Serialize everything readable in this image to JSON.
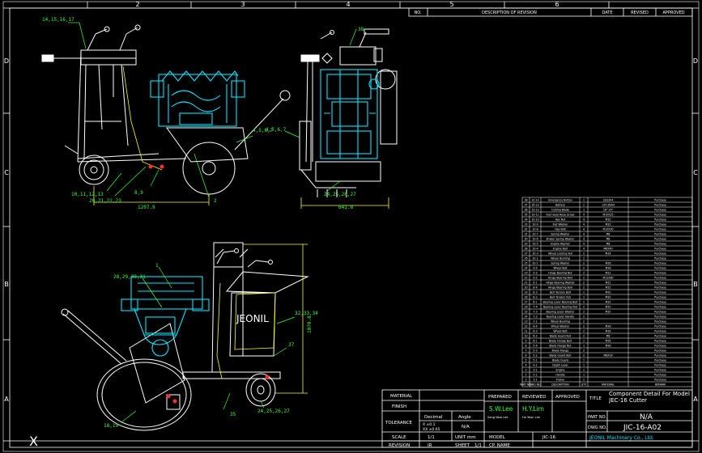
{
  "frame": {
    "top_zone_numbers": [
      "2",
      "3",
      "4",
      "5",
      "6"
    ],
    "left_zone_letters": [
      "D",
      "C",
      "B",
      "A"
    ],
    "right_zone_letters": [
      "D",
      "C",
      "B",
      "A"
    ]
  },
  "revision_block": {
    "headers": [
      "NO.",
      "DESCRIPTION OF REVISION",
      "DATE",
      "REVISED",
      "APPROVED"
    ]
  },
  "callouts": {
    "side_top": "14,15,16,17",
    "side_rod": "4,5,6,7",
    "side_wheel": "10,11,12,13",
    "side_mid": "20,21,22,23",
    "side_8_9": "8,9",
    "side_dim": "1207.9",
    "side_2": "2",
    "rear_38": "38",
    "rear_rod": "4,5,6,7",
    "rear_bottom": "24,25,26,27",
    "rear_dim": "641.8",
    "iso_top": "28,29,30,31",
    "iso_1": "1",
    "iso_right": "32,33,34",
    "iso_37": "37",
    "iso_dim": "1070.8",
    "iso_18_19": "18,19",
    "iso_35": "35",
    "iso_24": "24,25,26,27",
    "iso_badge": "JEONIL"
  },
  "parts_list": {
    "rows": [
      [
        "38",
        "10-14",
        "Emergency Button",
        "1",
        "SUS304",
        "Purchase"
      ],
      [
        "37",
        "10-13",
        "Battery",
        "1",
        "12V-28AH",
        "Purchase"
      ],
      [
        "36",
        "10-12",
        "Cutting Blade",
        "1",
        "16\"-20\"",
        "Purchase"
      ],
      [
        "35",
        "10-11",
        "Flat Head Hexa Screw",
        "4",
        "M10X25",
        "Purchase"
      ],
      [
        "34",
        "10-10",
        "Hex Nut",
        "4",
        "M10",
        "Purchase"
      ],
      [
        "33",
        "10-9",
        "Flat Washer",
        "4",
        "M10",
        "Purchase"
      ],
      [
        "32",
        "10-8",
        "Hex Bolt",
        "4",
        "M10X30",
        "Purchase"
      ],
      [
        "31",
        "10-7",
        "Spring Washer",
        "4",
        "M8",
        "Purchase"
      ],
      [
        "30",
        "10-6",
        "Shaker Spring Washer",
        "4",
        "M8",
        "Purchase"
      ],
      [
        "29",
        "10-5",
        "Engine Washer",
        "4",
        "M8",
        "Purchase"
      ],
      [
        "28",
        "10-4",
        "Engine Bolt",
        "4",
        "M8X40",
        "Purchase"
      ],
      [
        "27",
        "10-3",
        "Wheel Locking Nut",
        "2",
        "M16",
        "Purchase"
      ],
      [
        "26",
        "10-2",
        "Wheel Bushing",
        "2",
        "",
        "Purchase"
      ],
      [
        "25",
        "10-1",
        "Spring Washer",
        "2",
        "M16",
        "Purchase"
      ],
      [
        "24",
        "9-4",
        "Wheel Bolt",
        "2",
        "M16",
        "Purchase"
      ],
      [
        "23",
        "9-3",
        "Hinge Bearing Nut",
        "2",
        "M12",
        "Purchase"
      ],
      [
        "22",
        "9-2",
        "Hinge Bearing Bolt",
        "2",
        "M12X80",
        "Purchase"
      ],
      [
        "21",
        "9-1",
        "Hinge Bearing Washer",
        "2",
        "M12",
        "Purchase"
      ],
      [
        "20",
        "8-4",
        "Hinge Bearing Bolt",
        "2",
        "M12",
        "Purchase"
      ],
      [
        "19",
        "8-3",
        "Belt Tension Bolt",
        "1",
        "M10",
        "Purchase"
      ],
      [
        "18",
        "8-2",
        "Belt Tension Nut",
        "1",
        "M10",
        "Purchase"
      ],
      [
        "17",
        "8-1",
        "Bearing Lever Bearing Bolt",
        "2",
        "M10",
        "Purchase"
      ],
      [
        "16",
        "7-4",
        "Bearing Lever Bearing Nut",
        "2",
        "M10",
        "Purchase"
      ],
      [
        "15",
        "7-3",
        "Bearing Lever Washer",
        "2",
        "M10",
        "Purchase"
      ],
      [
        "14",
        "7-2",
        "Bearing Lever Handle",
        "2",
        "",
        "Purchase"
      ],
      [
        "13",
        "7-1",
        "Wheel Bushing",
        "2",
        "",
        "Purchase"
      ],
      [
        "12",
        "6-4",
        "Wheel Washer",
        "2",
        "M16",
        "Purchase"
      ],
      [
        "11",
        "6-3",
        "Wheel Bolt",
        "2",
        "M16",
        "Purchase"
      ],
      [
        "10",
        "6-2",
        "Blade Guard Nut",
        "2",
        "M8",
        "Purchase"
      ],
      [
        "9",
        "6-1",
        "Blade Flange Bolt",
        "1",
        "M16",
        "Purchase"
      ],
      [
        "8",
        "5-4",
        "Blade Flange Nut",
        "1",
        "M16",
        "Purchase"
      ],
      [
        "7",
        "5-3",
        "Blade Flange",
        "2",
        "",
        "Purchase"
      ],
      [
        "6",
        "5-2",
        "Blade Guard Bolt",
        "2",
        "M8X16",
        "Purchase"
      ],
      [
        "5",
        "5-1",
        "Blade Guard",
        "1",
        "",
        "Purchase"
      ],
      [
        "4",
        "4-1",
        "Depth Lever",
        "1",
        "",
        "Purchase"
      ],
      [
        "3",
        "3-1",
        "Engine",
        "1",
        "",
        "Purchase"
      ],
      [
        "2",
        "2-1",
        "Handle",
        "1",
        "",
        "Purchase"
      ],
      [
        "1",
        "1-1",
        "Frame",
        "1",
        "",
        "Purchase"
      ]
    ],
    "footer": [
      "PART NO.",
      "DWG NO.",
      "DESCRIPTION",
      "QTY",
      "MATERIAL",
      "REMARK"
    ]
  },
  "title_block": {
    "material_label": "MATERIAL",
    "finish_label": "FINISH",
    "tolerance_label": "TOLERANCE",
    "decimal_label": "Decimal",
    "angle_label": "Angle",
    "tol_x": "X  ±0.1",
    "tol_xx": "XX ±0.05",
    "tol_angle": "N/A",
    "prepared_label": "PREPARED",
    "reviewed_label": "REVIEWED",
    "approved_label": "APPROVED",
    "prepared_name": "S.W.Lee",
    "reviewed_name": "H.Y.Lim",
    "prepared_sub": "Sang Woo Lee",
    "reviewed_sub": "Ho Yeon Lim",
    "title_label": "TITLE",
    "title_value": "Component Detail For Model JEC-16 Cutter",
    "part_no_label": "PART NO.",
    "part_no_value": "N/A",
    "dwg_no_label": "DWG NO.",
    "dwg_no_value": "JIC-16-A02",
    "scale_label": "SCALE",
    "scale_value": "1/1",
    "unit_label": "UNIT mm",
    "model_label": "MODEL",
    "model_value": "JIC-16",
    "revision_label": "REVISION",
    "revision_value": "IR",
    "sheet_label": "SHEET",
    "sheet_value": "1/1",
    "cp_name_label": "CP. NAME",
    "company": "JEONIL Machinery Co., Ltd."
  },
  "colors": {
    "frame": "#ffffff",
    "line": "#ffffff",
    "engine": "#00e5ff",
    "callout": "#33ff33",
    "dimension": "#ffff00",
    "accent": "#ff3030"
  }
}
